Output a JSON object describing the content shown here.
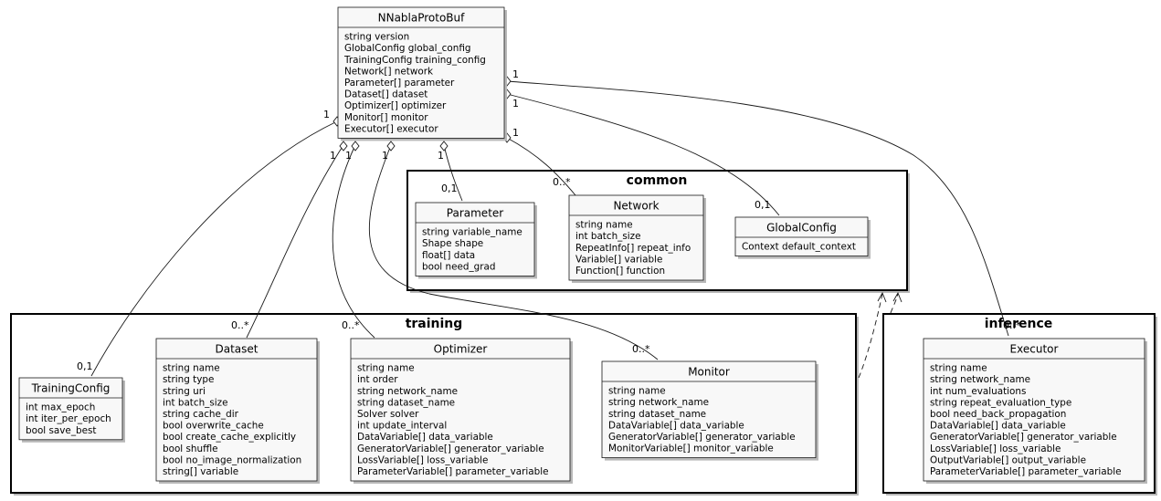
{
  "packages": {
    "common": {
      "title": "common"
    },
    "training": {
      "title": "training"
    },
    "inference": {
      "title": "inference"
    }
  },
  "classes": {
    "root": {
      "name": "NNablaProtoBuf",
      "attributes": [
        "string version",
        "GlobalConfig global_config",
        "TrainingConfig training_config",
        "Network[] network",
        "Parameter[] parameter",
        "Dataset[] dataset",
        "Optimizer[] optimizer",
        "Monitor[] monitor",
        "Executor[] executor"
      ]
    },
    "parameter": {
      "name": "Parameter",
      "attributes": [
        "string variable_name",
        "Shape shape",
        "float[] data",
        "bool need_grad"
      ]
    },
    "network": {
      "name": "Network",
      "attributes": [
        "string name",
        "int batch_size",
        "RepeatInfo[] repeat_info",
        "Variable[] variable",
        "Function[] function"
      ]
    },
    "globalconfig": {
      "name": "GlobalConfig",
      "attributes": [
        "Context default_context"
      ]
    },
    "trainingconfig": {
      "name": "TrainingConfig",
      "attributes": [
        "int max_epoch",
        "int iter_per_epoch",
        "bool save_best"
      ]
    },
    "dataset": {
      "name": "Dataset",
      "attributes": [
        "string name",
        "string type",
        "string uri",
        "int batch_size",
        "string cache_dir",
        "bool overwrite_cache",
        "bool create_cache_explicitly",
        "bool shuffle",
        "bool no_image_normalization",
        "string[] variable"
      ]
    },
    "optimizer": {
      "name": "Optimizer",
      "attributes": [
        "string name",
        "int order",
        "string network_name",
        "string dataset_name",
        "Solver solver",
        "int update_interval",
        "DataVariable[] data_variable",
        "GeneratorVariable[] generator_variable",
        "LossVariable[] loss_variable",
        "ParameterVariable[] parameter_variable"
      ]
    },
    "monitor": {
      "name": "Monitor",
      "attributes": [
        "string name",
        "string network_name",
        "string dataset_name",
        "DataVariable[] data_variable",
        "GeneratorVariable[] generator_variable",
        "MonitorVariable[] monitor_variable"
      ]
    },
    "executor": {
      "name": "Executor",
      "attributes": [
        "string name",
        "string network_name",
        "int num_evaluations",
        "string repeat_evaluation_type",
        "bool need_back_propagation",
        "DataVariable[] data_variable",
        "GeneratorVariable[] generator_variable",
        "LossVariable[] loss_variable",
        "OutputVariable[] output_variable",
        "ParameterVariable[] parameter_variable"
      ]
    }
  },
  "multiplicities": {
    "trainingconfig_src": "1",
    "trainingconfig_dst": "0,1",
    "dataset_src": "1",
    "dataset_dst": "0..*",
    "optimizer_src": "1",
    "optimizer_dst": "0..*",
    "monitor_src": "1",
    "monitor_dst": "0..*",
    "parameter_src": "1",
    "parameter_dst": "0,1",
    "network_src": "1",
    "network_dst": "0..*",
    "globalconfig_src": "1",
    "globalconfig_dst": "0,1",
    "executor_src": "1",
    "executor_dst": "0..*"
  }
}
